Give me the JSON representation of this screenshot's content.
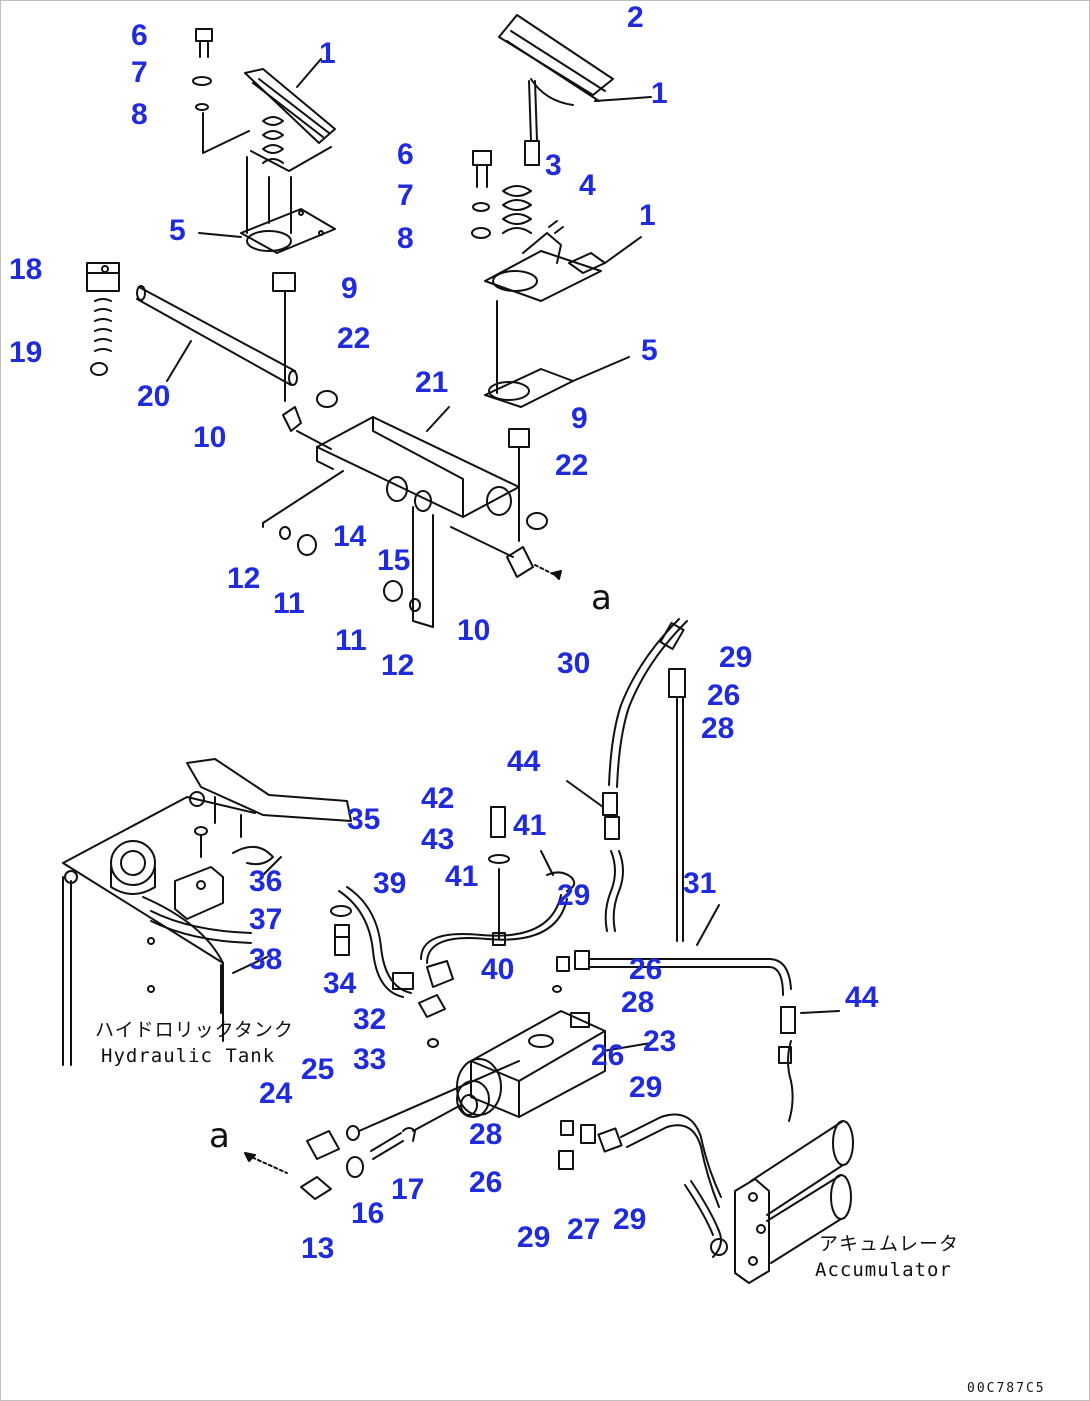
{
  "diagram": {
    "callouts": [
      "6",
      "7",
      "8",
      "1",
      "2",
      "1",
      "6",
      "3",
      "4",
      "7",
      "1",
      "8",
      "5",
      "18",
      "9",
      "5",
      "19",
      "22",
      "20",
      "21",
      "10",
      "9",
      "22",
      "14",
      "15",
      "12",
      "11",
      "10",
      "11",
      "12",
      "30",
      "29",
      "26",
      "28",
      "44",
      "42",
      "41",
      "43",
      "35",
      "41",
      "31",
      "36",
      "29",
      "39",
      "37",
      "40",
      "26",
      "38",
      "28",
      "34",
      "44",
      "32",
      "23",
      "26",
      "33",
      "25",
      "24",
      "29",
      "28",
      "26",
      "17",
      "16",
      "29",
      "27",
      "29",
      "13"
    ],
    "captions": {
      "tank_ja": "ハイドロリックタンク",
      "tank_en": "Hydraulic Tank",
      "acc_ja": "アキュムレータ",
      "acc_en": "Accumulator"
    },
    "view_marks": [
      "a",
      "a"
    ],
    "drawing_code": "00C787C5",
    "label_color": "#1f2bdc"
  }
}
